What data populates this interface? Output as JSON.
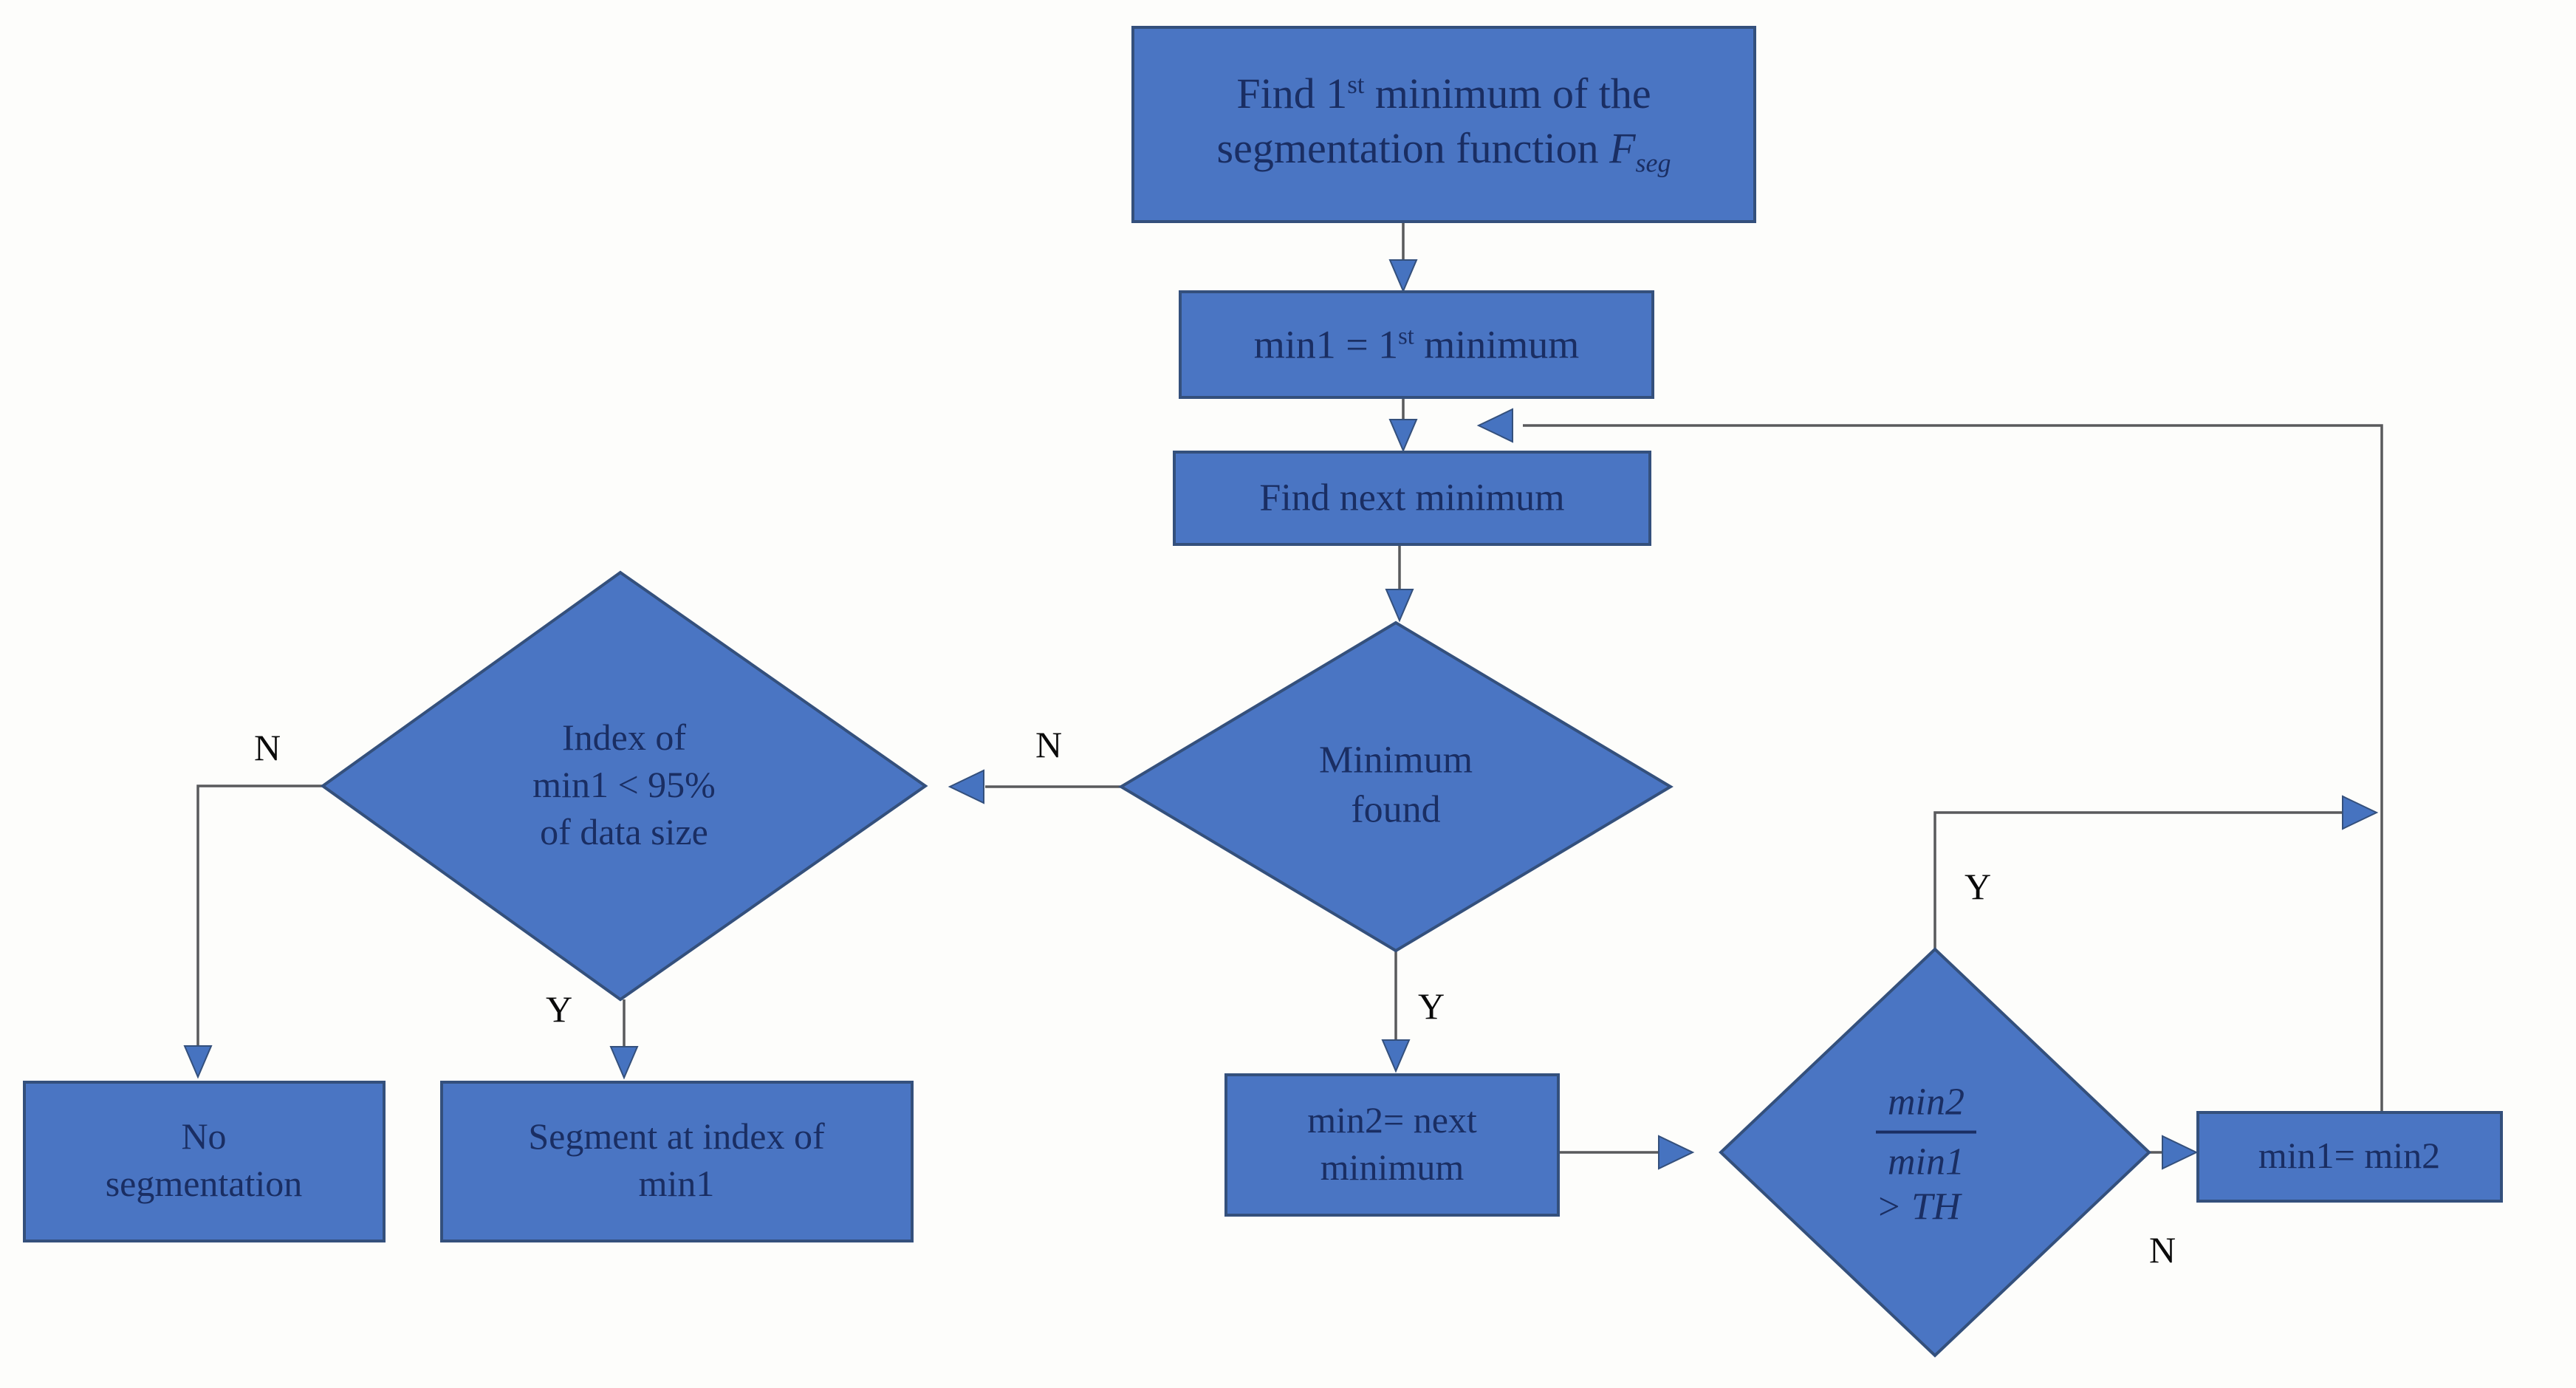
{
  "title": "Segmentation minima search flowchart",
  "colors": {
    "shape_fill": "#4a75c3",
    "shape_border": "#34507c",
    "text": "#1a2e63",
    "connector": "#595a5c",
    "arrow": "#4673c0",
    "background": "#fdfdfb",
    "label": "#0a0a0a"
  },
  "nodes": {
    "find_first": {
      "l1a": "Find 1",
      "l1sup": "st",
      "l1b": " minimum of the",
      "l2a": "segmentation function ",
      "l2f": "F",
      "l2sub": "seg"
    },
    "assign_min1": {
      "a": "min1 = 1",
      "sup": "st",
      "b": " minimum"
    },
    "find_next": {
      "label": "Find next minimum"
    },
    "minimum_found": {
      "l1": "Minimum",
      "l2": "found"
    },
    "index_check": {
      "l1": "Index of",
      "l2": "min1 < 95%",
      "l3": "of data size"
    },
    "no_segmentation": {
      "l1": "No",
      "l2": "segmentation"
    },
    "segment_at_index": {
      "l1": "Segment at index of",
      "l2": "min1"
    },
    "assign_min2": {
      "l1": "min2= next",
      "l2": "minimum"
    },
    "ratio_check": {
      "num": "min2",
      "den": "min1",
      "cmp": "> TH"
    },
    "assign_min1_min2": {
      "label": "min1= min2"
    }
  },
  "edge_labels": {
    "minimum_found_no": "N",
    "index_check_no": "N",
    "index_check_yes": "Y",
    "minimum_found_yes": "Y",
    "ratio_check_yes": "Y",
    "ratio_check_no": "N"
  }
}
